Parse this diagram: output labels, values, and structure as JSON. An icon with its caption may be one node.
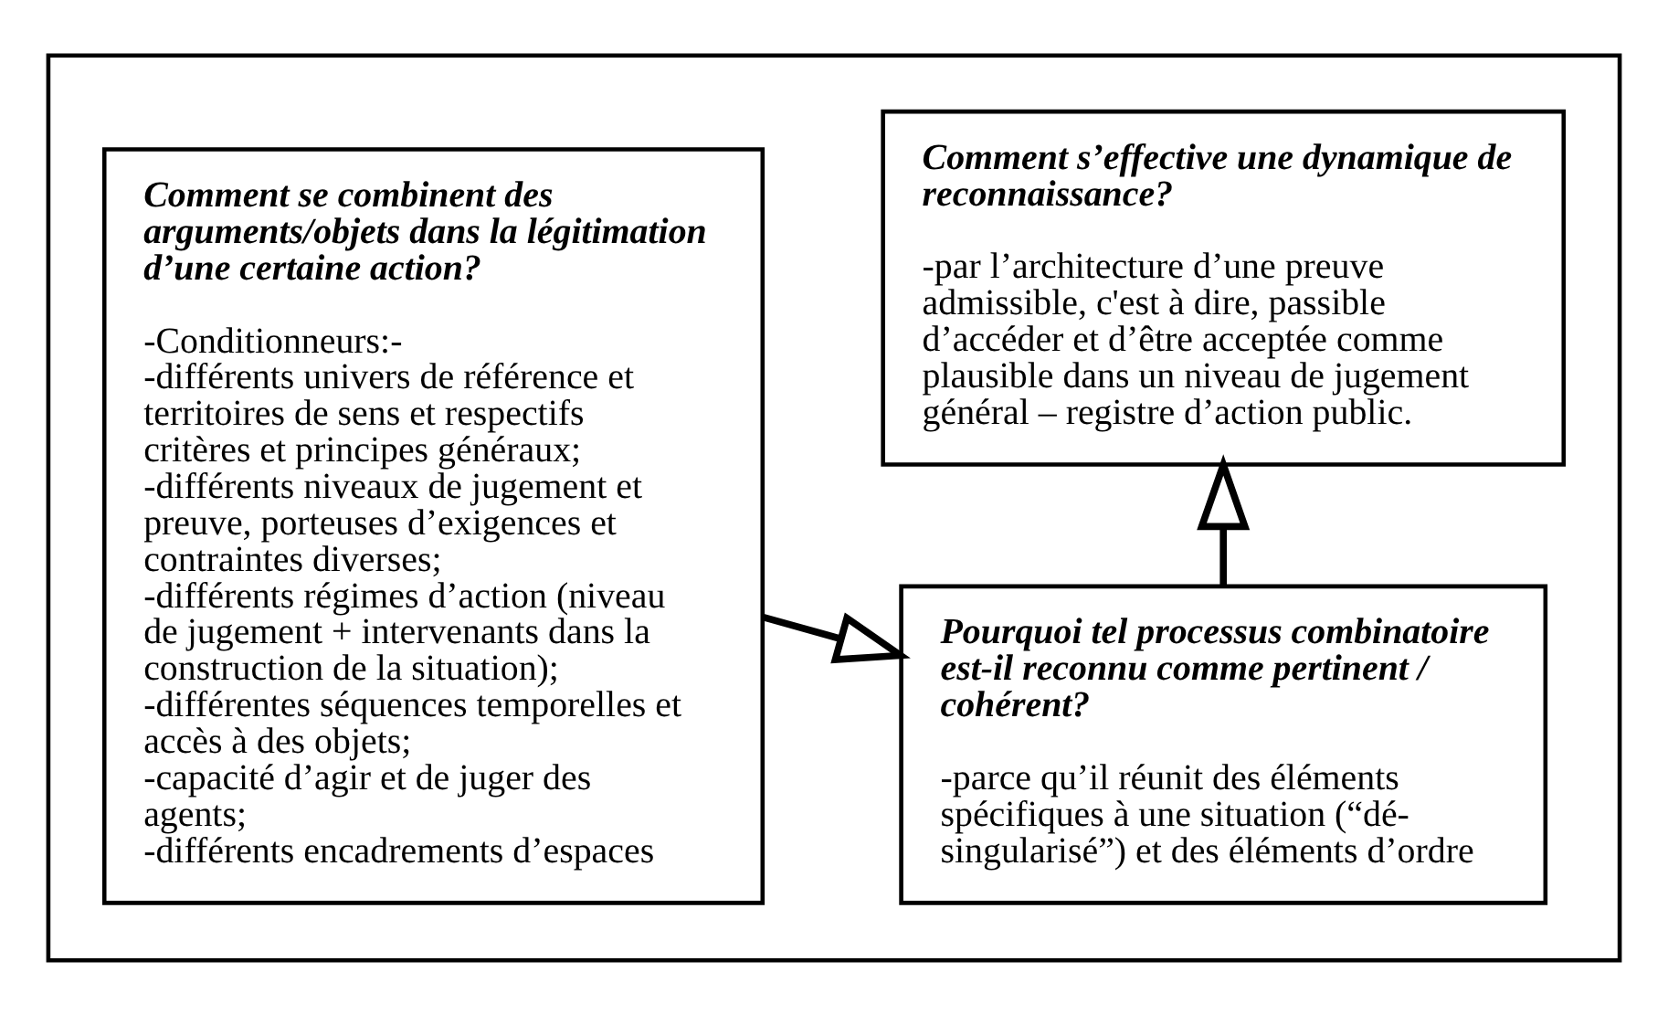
{
  "diagram": {
    "nodes": [
      {
        "text": [],
        "shape": "box"
      },
      {
        "text": [
          "Comment se combinent des arguments/objets dans la légitimation d’une certaine action?",
          "-Conditionneurs:-",
          "-différents univers de référence et territoires de sens et respectifs critères et principes généraux;",
          "-différents niveaux de jugement et preuve, porteuses d’exigences et contraintes diverses;",
          "-différents régimes d’action (niveau de jugement + intervenants dans la construction de la situation);",
          "-différentes séquences temporelles et accès à des objets;",
          "-capacité d’agir et de juger des agents;",
          "-différents encadrements d’espaces"
        ],
        "in": 0
      },
      {
        "text": [
          "Pourquoi tel processus combinatoire est-il reconnu comme pertinent / cohérent?",
          "-parce qu’il réunit des éléments spécifiques à une situation (“dé-singularisé”) et des éléments d’ordre"
        ],
        "in": 0
      },
      {
        "text": [
          "Comment s’effective une dynamique de reconnaissance?",
          "-par l’architecture d’une preuve admissible, c'est à dire, passible d’accéder et d’être acceptée comme plausible dans un niveau de jugement général – registre d’action public."
        ],
        "in": 0
      }
    ],
    "edges": [
      {
        "from": 1,
        "to": 2,
        "arrow": "to"
      },
      {
        "from": 2,
        "to": 3,
        "arrow": "to"
      }
    ]
  }
}
